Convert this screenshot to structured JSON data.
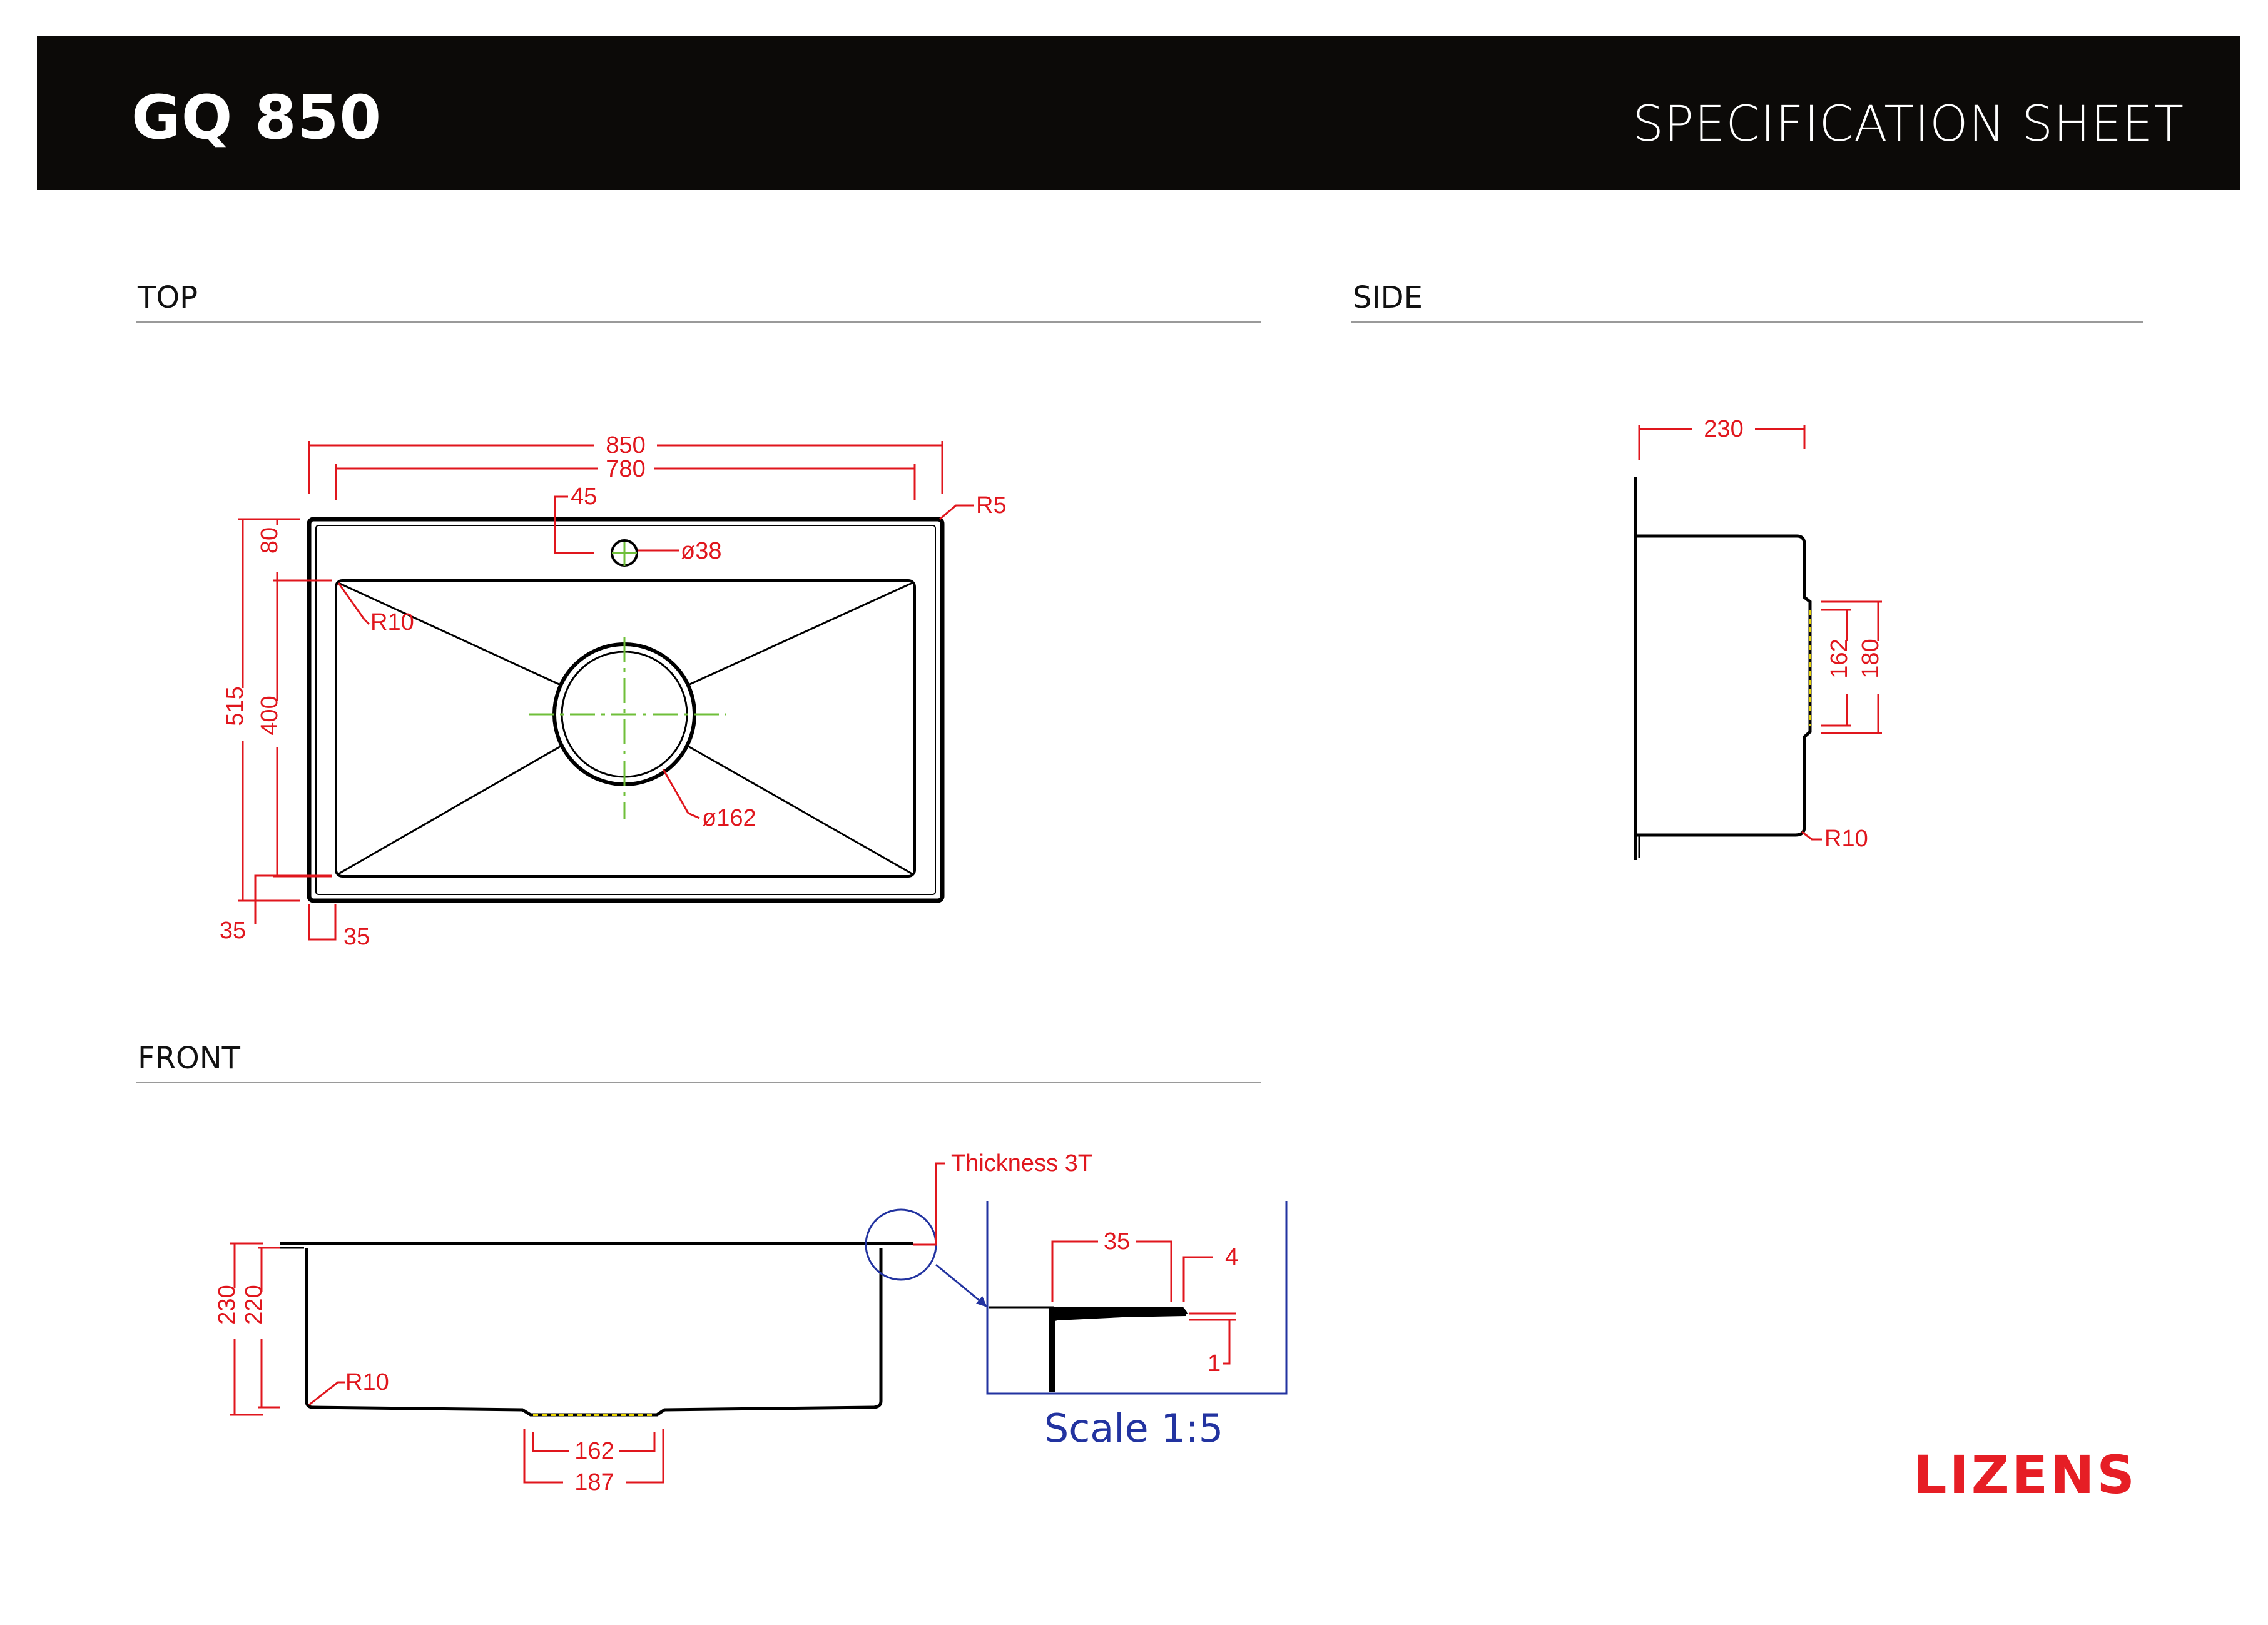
{
  "header": {
    "model": "GQ 850",
    "title": "SPECIFICATION SHEET"
  },
  "sections": {
    "top": "TOP",
    "side": "SIDE",
    "front": "FRONT"
  },
  "colors": {
    "dimension": "#e0161d",
    "centerline": "#6fbf3a",
    "drain_hidden": "#e8d400",
    "detail_frame": "#2233a0",
    "logo": "#e61e25"
  },
  "top_view": {
    "width_overall": "850",
    "width_bowl": "780",
    "tap_offset": "45",
    "corner_outer": "R5",
    "tap_hole": "ø38",
    "corner_inner": "R10",
    "drain": "ø162",
    "depth_overall": "515",
    "depth_bowl": "400",
    "deck": "80",
    "edge_left": "35",
    "edge_front": "35"
  },
  "side_view": {
    "depth": "230",
    "drain_inner": "162",
    "drain_outer": "180",
    "corner": "R10"
  },
  "front_view": {
    "height_overall": "230",
    "height_bowl": "220",
    "corner": "R10",
    "drain_inner": "162",
    "drain_outer": "187",
    "thickness": "Thickness 3T"
  },
  "detail": {
    "flange": "35",
    "lip": "4",
    "step": "1",
    "scale": "Scale 1:5"
  },
  "brand": {
    "logo": "LIZENS"
  }
}
